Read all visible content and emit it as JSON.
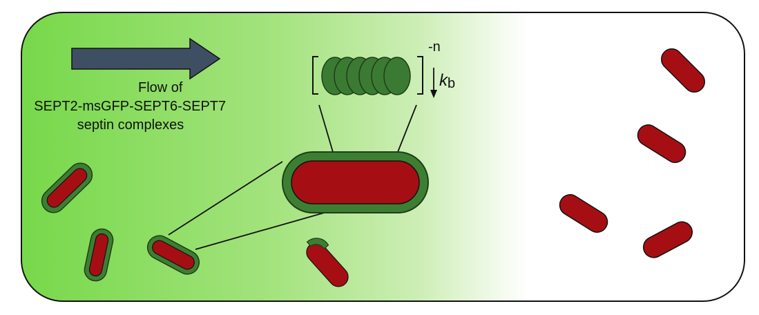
{
  "diagram": {
    "flow_label_lines": [
      "Flow of",
      "SEPT2-msGFP-SEPT6-SEPT7",
      "septin complexes"
    ],
    "rate_symbol": "k",
    "rate_subscript": "b",
    "exponent_label": "-n"
  },
  "colors": {
    "gradient_start": "#77d84a",
    "gradient_mid": "#c8ecaf",
    "gradient_end": "#ffffff",
    "arrow": "#3e4f63",
    "bacteria_fill": "#a50f14",
    "septin_coat": "#3d7f32",
    "septin_subunit": "#3b7a33"
  }
}
